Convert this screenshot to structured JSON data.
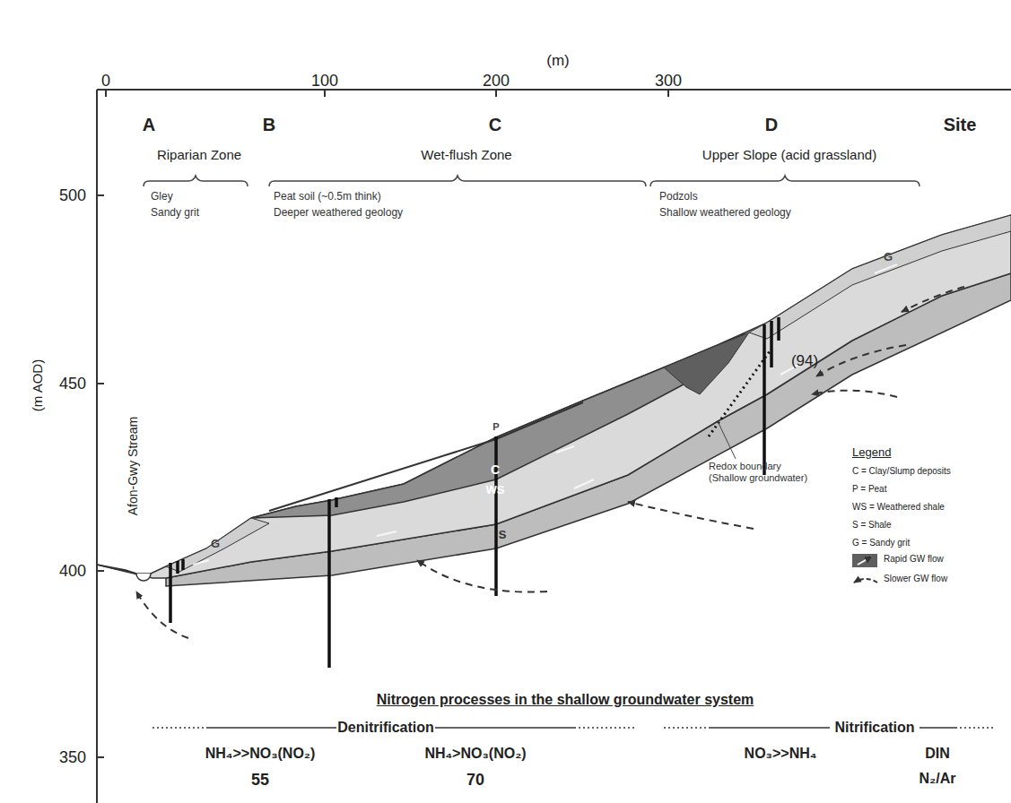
{
  "diagram": {
    "labels": [
      "(m)",
      "0",
      "100",
      "200",
      "300",
      "A",
      "B",
      "C",
      "D",
      "Site",
      "Riparian Zone",
      "Wet-flush Zone",
      "Upper Slope (acid grassland)",
      "Gley",
      "Sandy grit",
      "Peat soil (~0.5m think)",
      "Deeper weathered geology",
      "Podzols",
      "Shallow weathered geology",
      "500",
      "450",
      "400",
      "350",
      "(m AOD)",
      "Afon-Gwy Stream",
      "G",
      "C",
      "WS",
      "S",
      "P",
      "G",
      "(94)",
      "Redox boundary (Shallow groundwater)",
      "Legend",
      "C = Clay/Slump deposits",
      "P = Peat",
      "WS = Weathered shale",
      "S = Shale",
      "G = Sandy grit",
      "Nitrogen processes in the shallow groundwater system",
      "Denitrification",
      "Nitrification",
      "NH₄>>NO₃(NO₂)",
      "NH₄>NO₃(NO₂)",
      "NO₃>>NH₄",
      "DIN",
      "55",
      "70",
      "N₂/Ar"
    ],
    "legend": [
      {
        "text": "Rapid GW flow"
      },
      {
        "text": "Slower GW flow"
      }
    ]
  }
}
